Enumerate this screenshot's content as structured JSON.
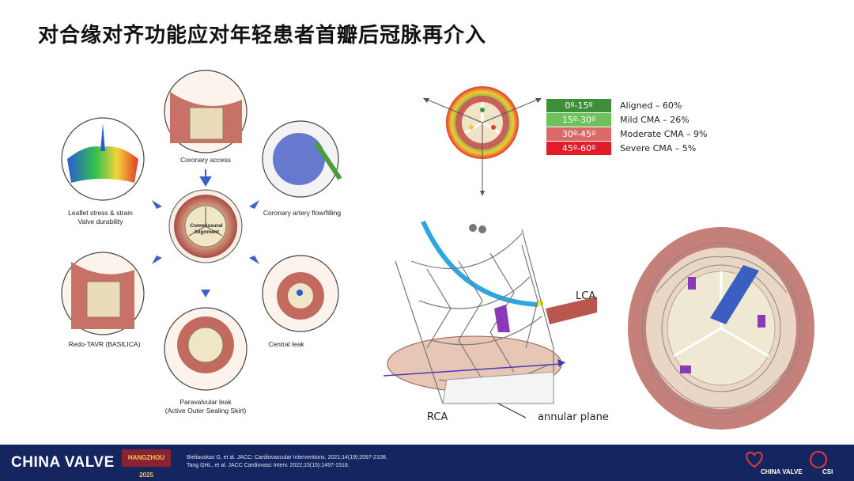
{
  "title": "对合缘对齐功能应对年轻患者首瓣后冠脉再介入",
  "diagram": {
    "center_label": "Commissural Alignment",
    "captions": {
      "top": "Coronary access",
      "top_right": "Coronary artery flow/filling",
      "top_left": "Leaflet stress & strain\nValve durability",
      "bottom_left": "Redo-TAVR (BASILICA)",
      "bottom_right": "Central leak",
      "bottom": "Paravalvular leak\n(Active Outer Sealing Skirt)"
    }
  },
  "cma_legend": [
    {
      "range": "0º-15º",
      "label": "Aligned – 60%",
      "color": "#3d8f3a"
    },
    {
      "range": "15º-30º",
      "label": "Mild CMA – 26%",
      "color": "#6dc25a"
    },
    {
      "range": "30º-45º",
      "label": "Moderate CMA – 9%",
      "color": "#d86a6a"
    },
    {
      "range": "45º-60º",
      "label": "Severe CMA – 5%",
      "color": "#e21c26"
    }
  ],
  "valve_labels": {
    "lca": "LCA",
    "rca": "RCA",
    "annular": "annular plane"
  },
  "footer": {
    "brand": "CHINA VALVE",
    "event": "HANGZHOU 2025",
    "refs": [
      "Bieliauskas G, et al. JACC: Cardiovascular Interventions. 2021;14(19):2097-2108.",
      "Tang GHL, et al. JACC Cardiovasc Interv. 2022;15(15):1497-1518."
    ],
    "logo_right_1": "CHINA VALVE",
    "logo_right_2": "CSI"
  },
  "colors": {
    "footer_bg": "#14255f",
    "event_bg": "#8a2232"
  }
}
